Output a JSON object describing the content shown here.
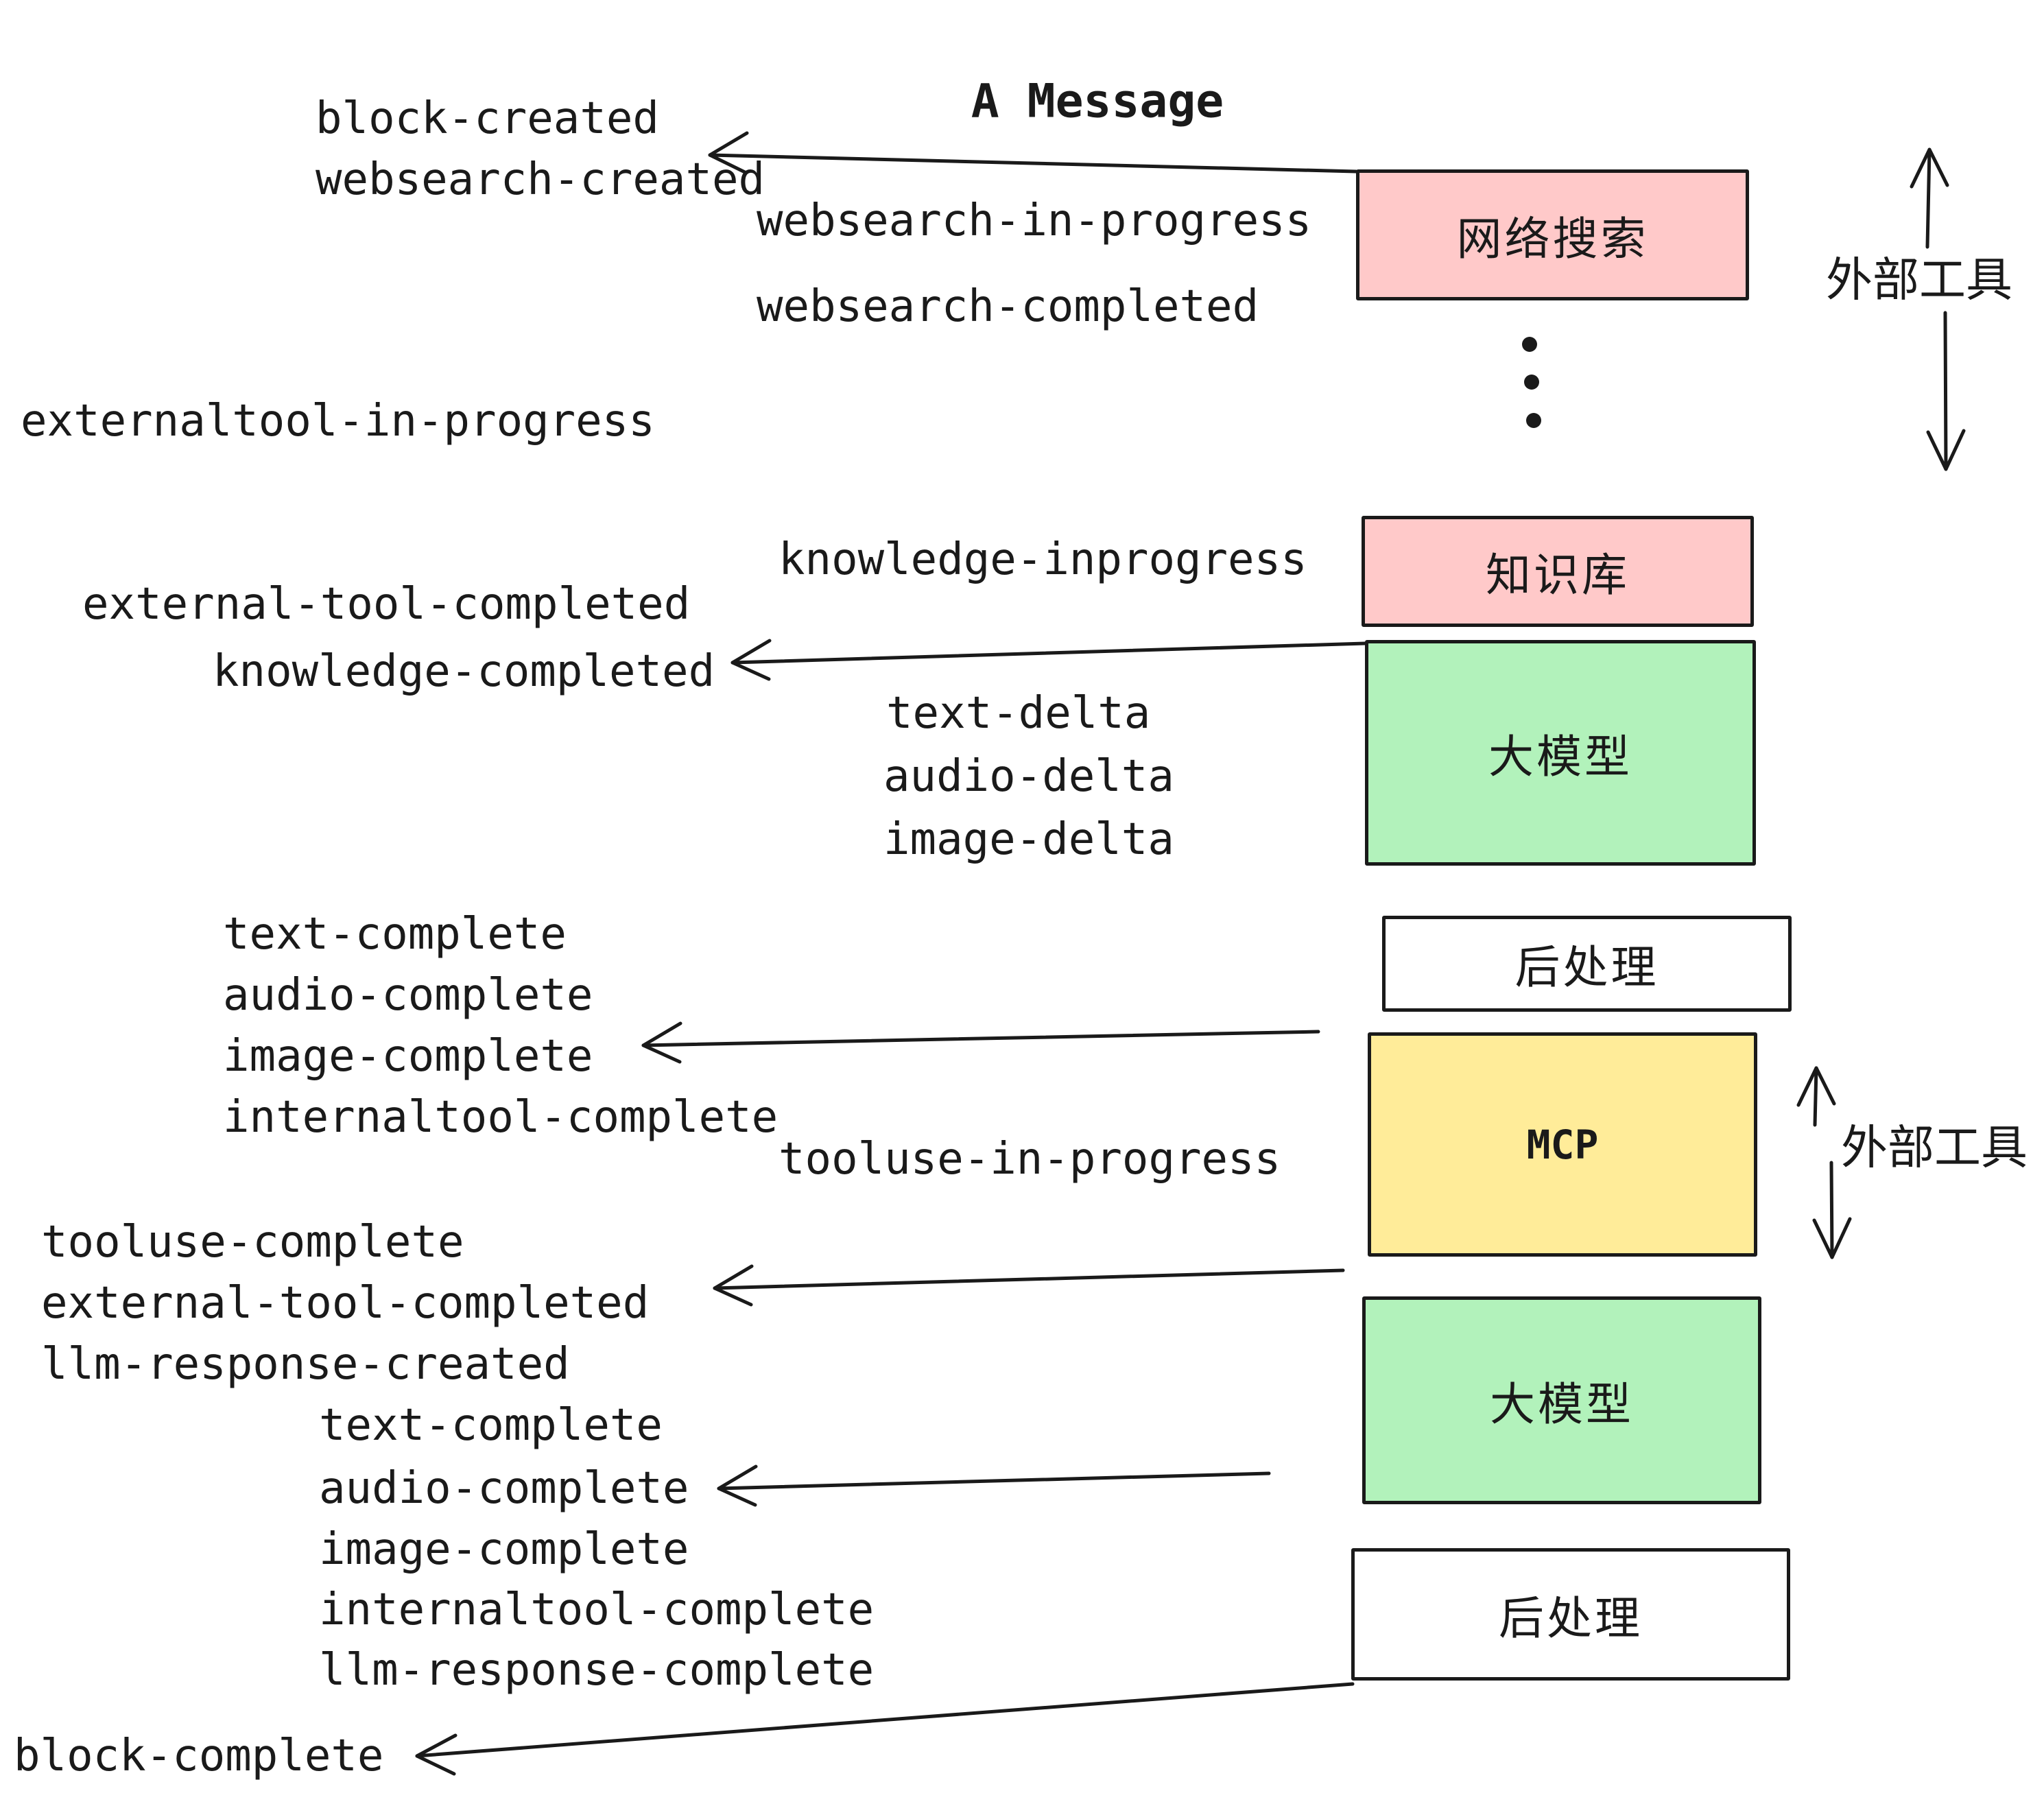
{
  "title": "A Message",
  "events": [
    {
      "text": "block-created"
    },
    {
      "text": "websearch-created"
    },
    {
      "text": "websearch-in-progress"
    },
    {
      "text": "websearch-completed"
    },
    {
      "text": "externaltool-in-progress"
    },
    {
      "text": "knowledge-inprogress"
    },
    {
      "text": "external-tool-completed"
    },
    {
      "text": "knowledge-completed"
    },
    {
      "text": "text-delta"
    },
    {
      "text": "audio-delta"
    },
    {
      "text": "image-delta"
    },
    {
      "text": "text-complete"
    },
    {
      "text": "audio-complete"
    },
    {
      "text": "image-complete"
    },
    {
      "text": "internaltool-complete"
    },
    {
      "text": "tooluse-in-progress"
    },
    {
      "text": "tooluse-complete"
    },
    {
      "text": "external-tool-completed"
    },
    {
      "text": "llm-response-created"
    },
    {
      "text": "text-complete"
    },
    {
      "text": "audio-complete"
    },
    {
      "text": "image-complete"
    },
    {
      "text": "internaltool-complete"
    },
    {
      "text": "llm-response-complete"
    },
    {
      "text": "block-complete"
    }
  ],
  "boxes": [
    {
      "label": "网络搜索",
      "color": "#ffc9c9"
    },
    {
      "label": "知识库",
      "color": "#ffc9c9"
    },
    {
      "label": "大模型",
      "color": "#b2f2bb"
    },
    {
      "label": "后处理",
      "color": "#ffffff"
    },
    {
      "label": "MCP",
      "color": "#ffec99"
    },
    {
      "label": "大模型",
      "color": "#b2f2bb"
    },
    {
      "label": "后处理",
      "color": "#ffffff"
    }
  ],
  "side_labels": [
    {
      "text": "外部工具"
    },
    {
      "text": "外部工具"
    }
  ],
  "colors": {
    "pink": "#ffc9c9",
    "green": "#b2f2bb",
    "yellow": "#ffec99",
    "ink": "#1a1a1a",
    "background": "#ffffff"
  },
  "decorations": {
    "vertical_ellipsis": "three-dots-between-websearch-and-knowledge",
    "arrow_direction": "left-pointing-event-arrows, bidirectional-external-tool-arrows"
  }
}
